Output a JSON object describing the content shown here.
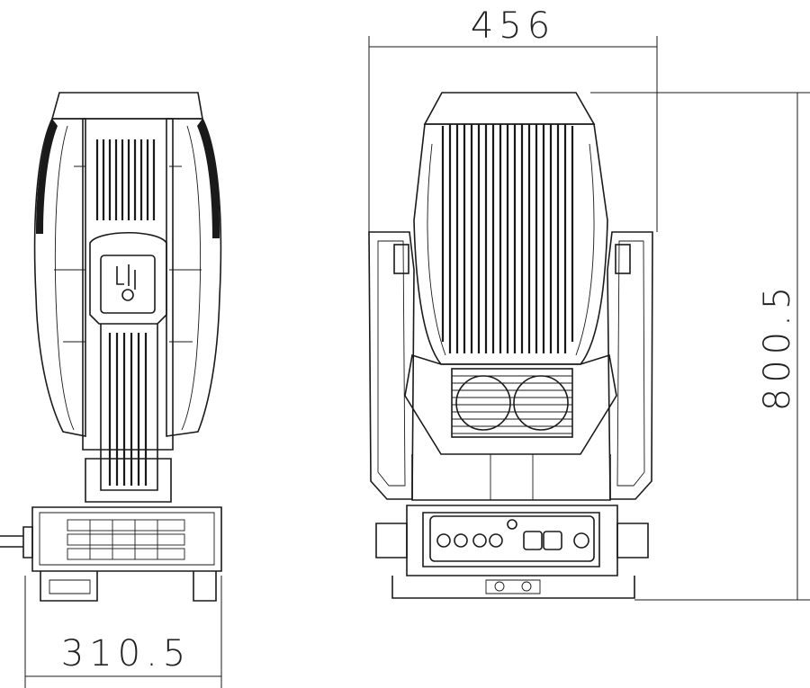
{
  "dimensions": {
    "width": "456",
    "height": "800.5",
    "depth": "310.5"
  }
}
